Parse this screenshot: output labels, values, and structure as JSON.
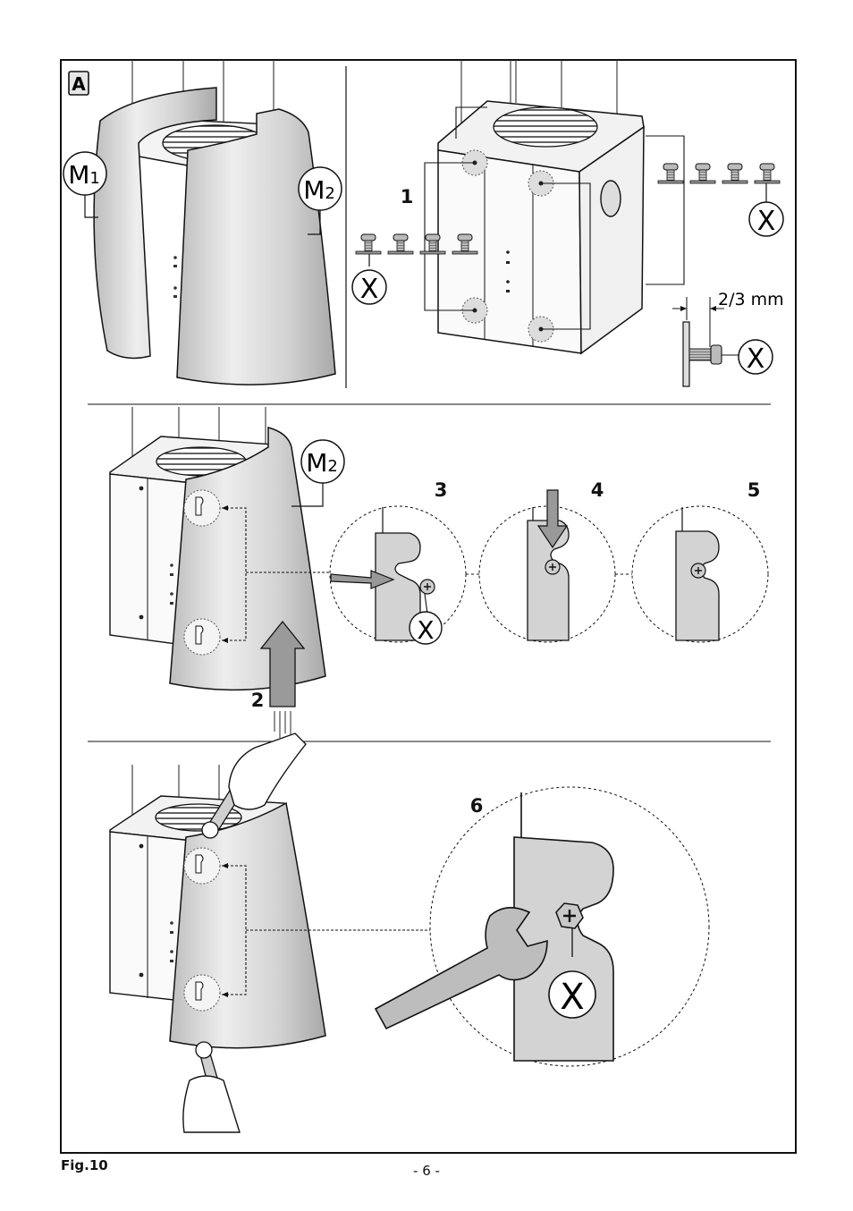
{
  "panel_label": "A",
  "labels": {
    "m1_sub": "1",
    "m2_sub": "2",
    "m_letter": "M",
    "screw": "X",
    "gap": "2/3 mm"
  },
  "steps": [
    "1",
    "2",
    "3",
    "4",
    "5",
    "6"
  ],
  "caption": "Fig.10",
  "page_number": "- 6 -",
  "colors": {
    "line": "#1a1a1a",
    "panel_fill": "#d9d9d9",
    "panel_light": "#ececec",
    "screw_fill": "#c8c8c8"
  }
}
